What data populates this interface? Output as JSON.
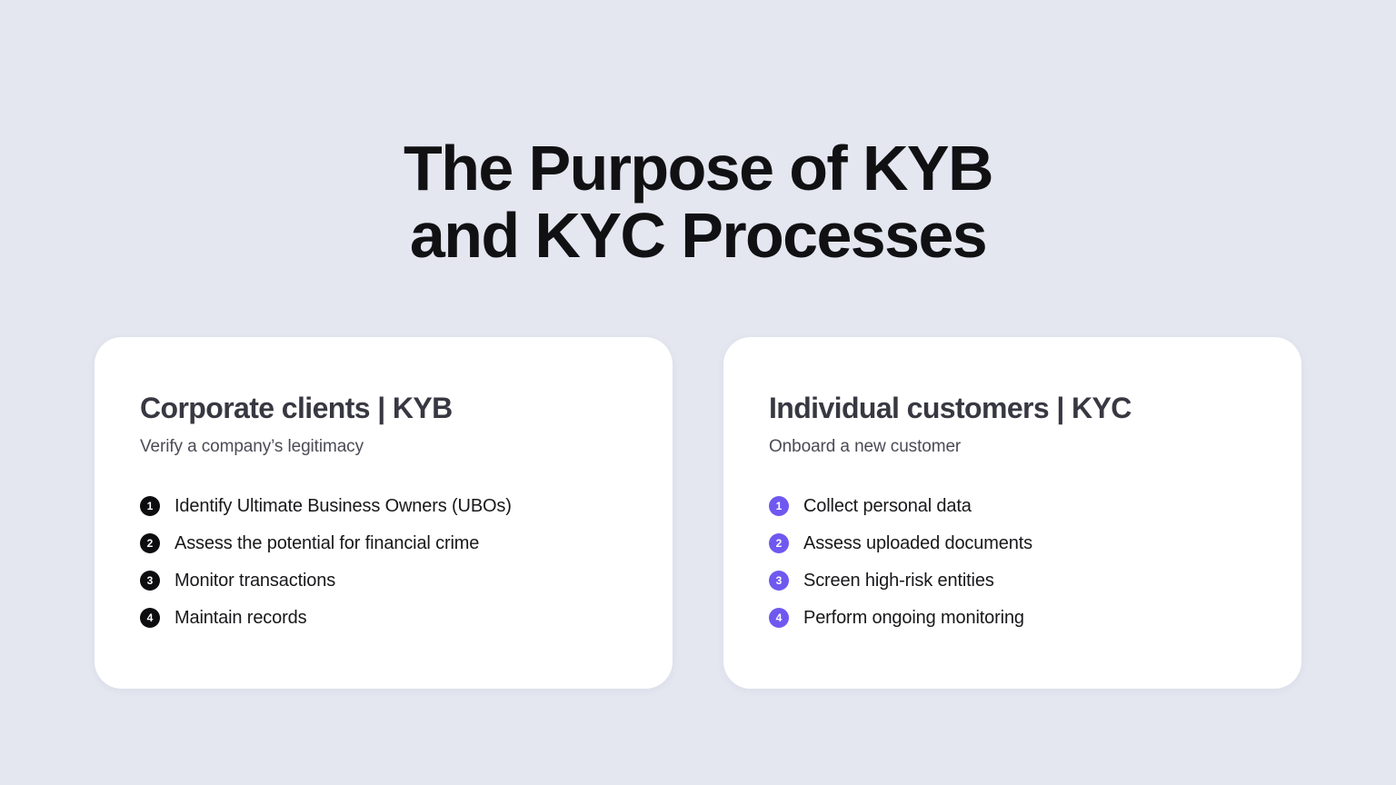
{
  "theme": {
    "background_color": "#e4e7f0",
    "card_background": "#ffffff",
    "title_color": "#111114",
    "heading_color": "#383842",
    "subtitle_color": "#4b4b56",
    "body_color": "#18181b",
    "badge_dark_color": "#0d0d0f",
    "badge_accent_color": "#6f58f0"
  },
  "title": {
    "line1": "The Purpose of KYB",
    "line2": "and KYC Processes"
  },
  "cards": [
    {
      "heading": "Corporate clients | KYB",
      "subtitle": "Verify a company’s legitimacy",
      "badge_style": "dark",
      "steps": [
        {
          "number": "1",
          "label": "Identify Ultimate Business Owners (UBOs)"
        },
        {
          "number": "2",
          "label": "Assess the potential for financial crime"
        },
        {
          "number": "3",
          "label": "Monitor transactions"
        },
        {
          "number": "4",
          "label": "Maintain records"
        }
      ]
    },
    {
      "heading": "Individual customers | KYC",
      "subtitle": "Onboard a new customer",
      "badge_style": "purple",
      "steps": [
        {
          "number": "1",
          "label": "Collect personal data"
        },
        {
          "number": "2",
          "label": "Assess uploaded documents"
        },
        {
          "number": "3",
          "label": "Screen high-risk entities"
        },
        {
          "number": "4",
          "label": "Perform ongoing monitoring"
        }
      ]
    }
  ]
}
